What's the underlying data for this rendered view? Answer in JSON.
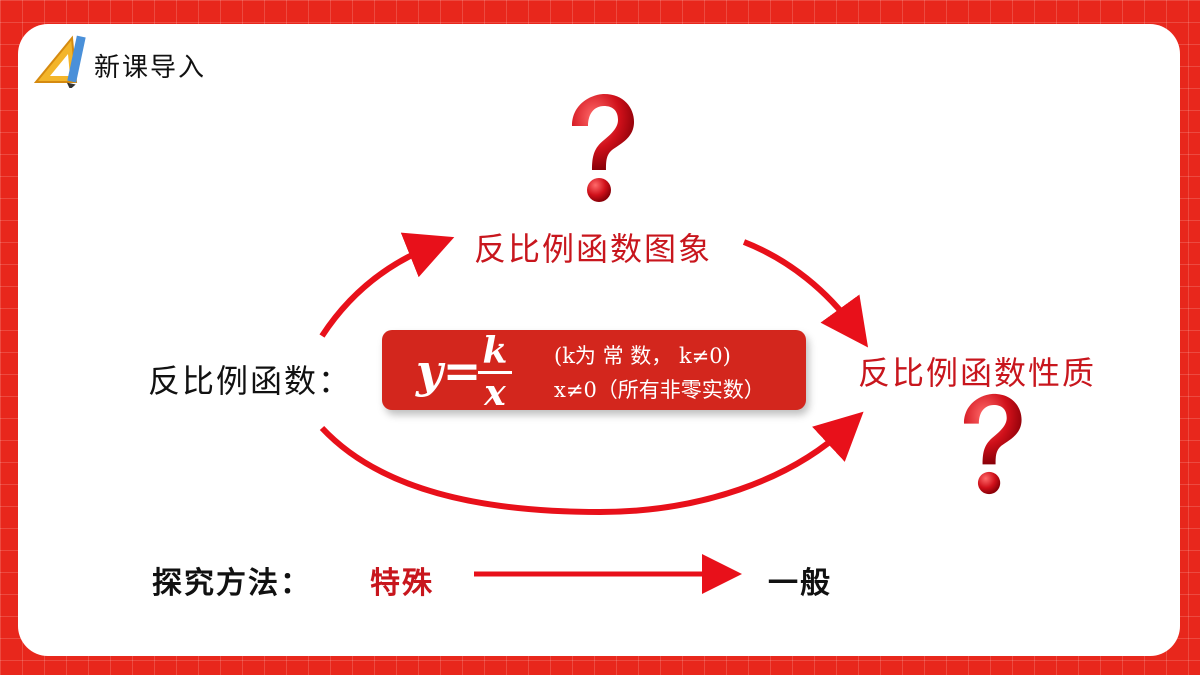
{
  "section_title": "新课导入",
  "top_label": "反比例函数图象",
  "right_label": "反比例函数性质",
  "left_label": "反比例函数：",
  "formula": {
    "lhs": "y=",
    "numerator": "k",
    "denominator": "x",
    "condition_1": "(k为 常 数， k≠0)",
    "condition_2": "x≠0（所有非零实数）"
  },
  "method": {
    "label": "探究方法：",
    "from": "特殊",
    "to": "一般"
  },
  "colors": {
    "accent_red": "#c8161d",
    "background_red": "#e8271c",
    "formula_box": "#d3261d",
    "arrow": "#e8101a"
  },
  "icons": {
    "logo": "triangle-ruler-pencil-icon",
    "question": "question-mark-icon"
  }
}
